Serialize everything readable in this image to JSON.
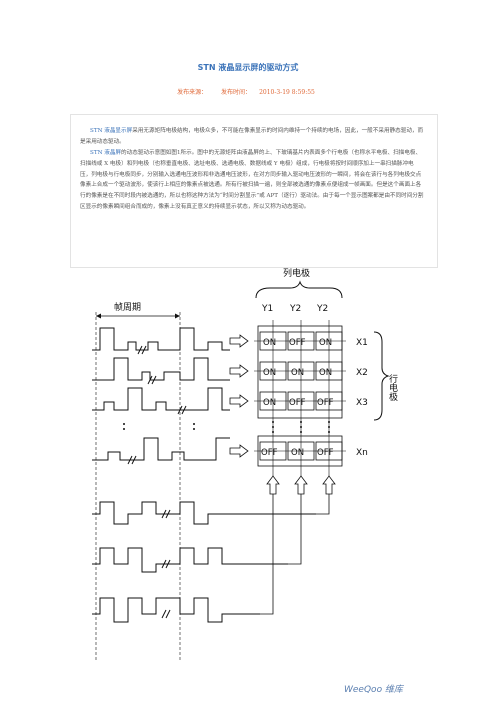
{
  "article": {
    "title": "STN 液晶显示屏的驱动方式",
    "source_label": "发布来源：",
    "time_label": "发布时间：",
    "time_value": "2010-3-19 8:59:55"
  },
  "paragraphs": [
    {
      "highlight": "STN 液晶显示屏",
      "text": "采用无源矩阵电极结构，电极众多，不可能在像素显示的时间内维持一个持续的电场，因此，一般不采用静态驱动，而是采用动态驱动。"
    },
    {
      "highlight": "STN 液晶屏",
      "text": "的动态驱动示意图如图1所示。图中的无源矩阵由液晶屏的上、下玻璃基片内表面多个行电极（也称水平电极、扫描电极、扫描线或 X 电极）和列电极（也称垂直电极、选址电极、选通电极、数据线或 Y 电极）组成，行电极将按时间顺序加上一串扫描脉冲电压，列电极与行电极同步，分别输入选通电压波形和非选通电压波形，在对方同步输入驱动电压波形的一瞬间，将会在该行与各列电极交点像素上合成一个驱动波形，使该行上相应的像素点被选通。所有行被扫描一遍，则全部被选通的像素点便组成一帧画面。但是这个画面上各行的像素是在不同时段内被选通的，所以也称这种方法为“时间分割显示”或 APT（逐行）驱动法。由于每一个显示图案都是由不同时间分割区显示的像素瞬间组合而成的，像素上没有真正意义的持续显示状态，所以又称为动态驱动。"
    }
  ],
  "figure": {
    "column_electrode_label": "列电极",
    "row_electrode_label": "行电极",
    "frame_period_label": "帧周期",
    "column_labels": [
      "Y1",
      "Y2",
      "Y2"
    ],
    "row_labels": [
      "X1",
      "X2",
      "X3",
      "Xn"
    ],
    "cells": [
      [
        "ON",
        "OFF",
        "ON"
      ],
      [
        "ON",
        "ON",
        "ON"
      ],
      [
        "ON",
        "OFF",
        "OFF"
      ],
      [
        "OFF",
        "ON",
        "OFF"
      ]
    ],
    "watermark": "WeeQoo 维库"
  }
}
